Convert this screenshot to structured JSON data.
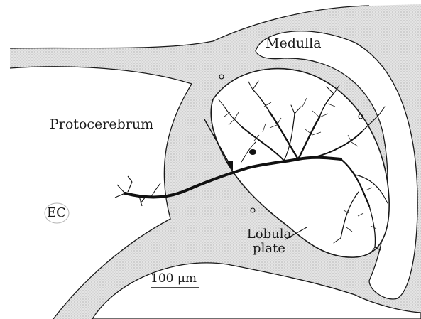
{
  "labels": {
    "medulla": "Medulla",
    "protocerebrum": "Protocerebrum",
    "ec": "EC",
    "lobula_line1": "Lobula",
    "lobula_line2": "plate",
    "scale_bar": "100 μm"
  },
  "colors": {
    "ink": "#1a1a1a",
    "stipple": "#d6d6d6",
    "paper": "#ffffff"
  }
}
